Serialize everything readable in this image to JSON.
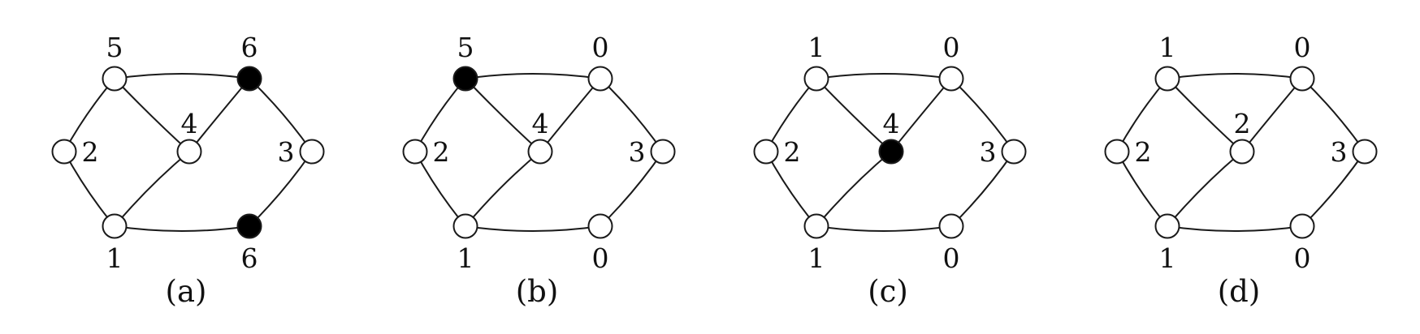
{
  "colors": {
    "line": "#1a1a1a",
    "node_fill_empty": "#ffffff",
    "node_fill_marked": "#000000",
    "text": "#111111"
  },
  "panels": [
    {
      "caption": "(a)",
      "labels": {
        "top_left": "5",
        "top_right": "6",
        "left": "2",
        "center": "4",
        "right": "3",
        "bottom_left": "1",
        "bottom_right": "6"
      },
      "marked": [
        "top_right",
        "bottom_right"
      ]
    },
    {
      "caption": "(b)",
      "labels": {
        "top_left": "5",
        "top_right": "0",
        "left": "2",
        "center": "4",
        "right": "3",
        "bottom_left": "1",
        "bottom_right": "0"
      },
      "marked": [
        "top_left"
      ]
    },
    {
      "caption": "(c)",
      "labels": {
        "top_left": "1",
        "top_right": "0",
        "left": "2",
        "center": "4",
        "right": "3",
        "bottom_left": "1",
        "bottom_right": "0"
      },
      "marked": [
        "center"
      ]
    },
    {
      "caption": "(d)",
      "labels": {
        "top_left": "1",
        "top_right": "0",
        "left": "2",
        "center": "2",
        "right": "3",
        "bottom_left": "1",
        "bottom_right": "0"
      },
      "marked": []
    }
  ]
}
